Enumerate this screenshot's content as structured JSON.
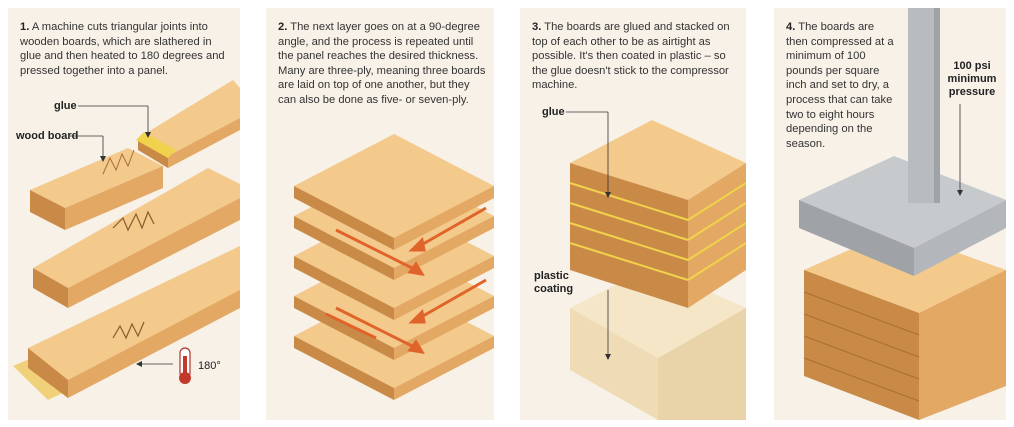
{
  "panels": [
    {
      "num": "1.",
      "text": "A machine cuts triangular joints into wooden boards, which are slathered in glue and then heated to 180 degrees and pressed together into a panel.",
      "labels": {
        "glue": "glue",
        "wood_board": "wood board",
        "temp": "180°"
      }
    },
    {
      "num": "2.",
      "text": "The next layer goes on at a 90-degree angle, and the process is repeated until the panel reaches the desired thickness. Many are three-ply, meaning three boards are laid on top of one another, but they can also be done as five- or seven-ply."
    },
    {
      "num": "3.",
      "text": "The boards are glued and stacked on top of each other to be as airtight as possible. It's then coated in plastic – so the glue doesn't stick to the compressor machine.",
      "labels": {
        "glue": "glue",
        "plastic_coating": "plastic coating"
      }
    },
    {
      "num": "4.",
      "text": "The boards are then compressed at a minimum of 100 pounds per square inch and set to dry, a process that can take two to eight hours depending on the season.",
      "labels": {
        "pressure": "100 psi minimum pressure"
      }
    }
  ],
  "colors": {
    "panel_bg": "#f7f1e8",
    "wood_light": "#f3c98c",
    "wood_mid": "#e3a863",
    "wood_dark": "#c98a48",
    "glue": "#f1d24c",
    "arrow": "#e0642a",
    "plastic": "#f5e6c8",
    "press": "#b9bcbf"
  }
}
